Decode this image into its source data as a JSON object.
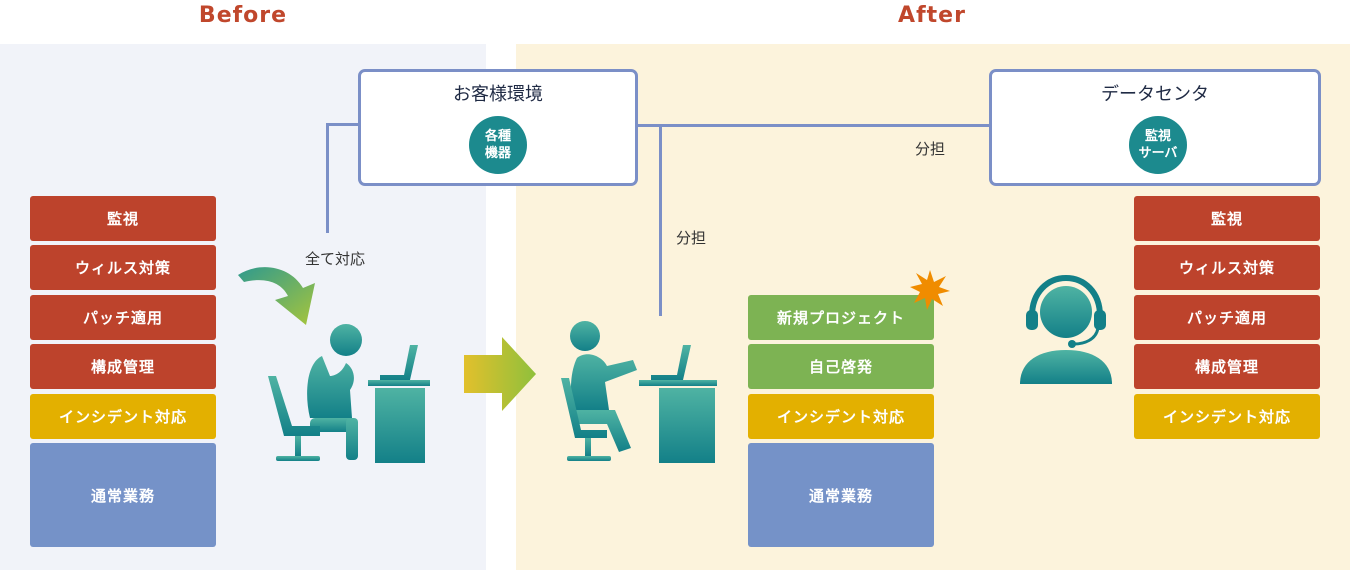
{
  "headers": {
    "before": "Before",
    "after": "After"
  },
  "customer_env": {
    "title": "お客様環境",
    "circle_line1": "各種",
    "circle_line2": "機器"
  },
  "datacenter": {
    "title": "データセンタ",
    "circle_line1": "監視",
    "circle_line2": "サーバ"
  },
  "labels": {
    "all_handled": "全て対応",
    "share_horizontal": "分担",
    "share_vertical": "分担"
  },
  "before_tasks": [
    "監視",
    "ウィルス対策",
    "パッチ適用",
    "構成管理",
    "インシデント対応",
    "通常業務"
  ],
  "after_person_tasks": [
    "新規プロジェクト",
    "自己啓発",
    "インシデント対応",
    "通常業務"
  ],
  "datacenter_tasks": [
    "監視",
    "ウィルス対策",
    "パッチ適用",
    "構成管理",
    "インシデント対応"
  ],
  "colors": {
    "red": "#bd432c",
    "yellow": "#e3b000",
    "blue": "#7592c8",
    "green": "#7db353",
    "teal": "#1c8a8e",
    "line": "#7b8fc7",
    "header": "#c0472c"
  }
}
